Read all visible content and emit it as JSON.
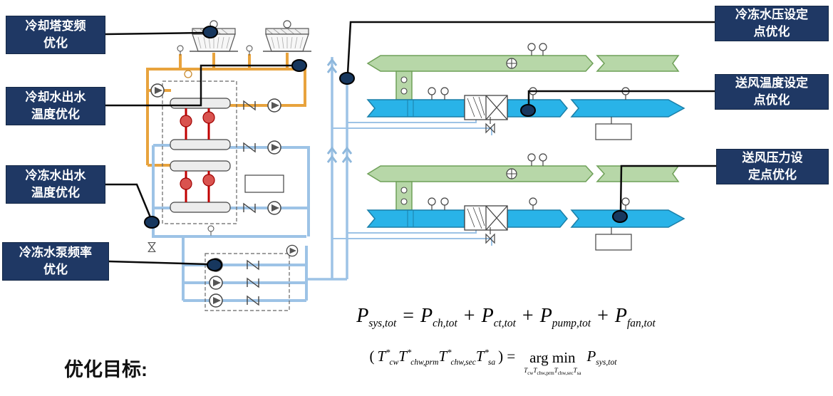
{
  "colors": {
    "callout_bg": "#1F3864",
    "callout_text": "#FFFFFF",
    "connector_line": "#0A0A0A",
    "anchor_marker_fill": "#17375E",
    "condenser_pipe_orange": "#E8A33D",
    "chilled_pipe_blue": "#9DC3E6",
    "supply_duct_cyan": "#29B3E8",
    "return_duct_green": "#B7D7A8",
    "compressor_red": "#C00000"
  },
  "callouts": {
    "left": [
      {
        "line1": "冷却塔变频",
        "line2": "优化"
      },
      {
        "line1": "冷却水出水",
        "line2": "温度优化"
      },
      {
        "line1": "冷冻水出水",
        "line2": "温度优化"
      },
      {
        "line1": "冷冻水泵频率",
        "line2": "优化"
      }
    ],
    "right": [
      {
        "line1": "冷冻水压设定",
        "line2": "点优化"
      },
      {
        "line1": "送风温度设定",
        "line2": "点优化"
      },
      {
        "line1": "送风压力设",
        "line2": "定点优化"
      }
    ]
  },
  "objective": {
    "label": "优化目标:",
    "formula1": {
      "lhs_base": "P",
      "lhs_sub": "sys,tot",
      "equals": "=",
      "plus": "+",
      "terms": [
        {
          "base": "P",
          "sub": "ch,tot"
        },
        {
          "base": "P",
          "sub": "ct,tot"
        },
        {
          "base": "P",
          "sub": "pump,tot"
        },
        {
          "base": "P",
          "sub": "fan,tot"
        }
      ]
    },
    "formula2": {
      "open_paren": "(",
      "vars": [
        {
          "base": "T",
          "sup": "*",
          "sub": "cw"
        },
        {
          "base": "T",
          "sup": "*",
          "sub": "chw,prm"
        },
        {
          "base": "T",
          "sup": "*",
          "sub": "chw,sec"
        },
        {
          "base": "T",
          "sup": "*",
          "sub": "sa"
        }
      ],
      "close_eq": ") =",
      "argmin": "arg min",
      "result_base": "P",
      "result_sub": "sys,tot"
    }
  }
}
